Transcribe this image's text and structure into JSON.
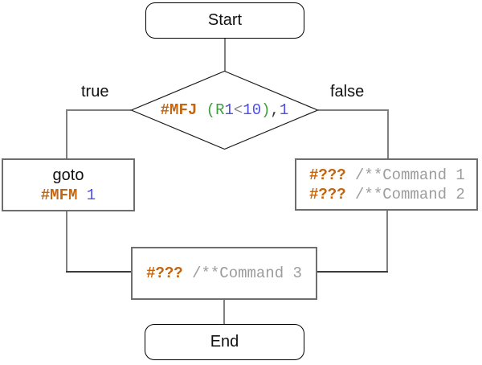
{
  "colors": {
    "connector": "#808080",
    "connector_dark": "#3c3c3c",
    "process_border": "#6e6e6e",
    "terminal_border": "#000000",
    "diamond_border": "#1a1a1a",
    "keyword_orange": "#c4650f",
    "paren_green": "#3da03d",
    "number_blue": "#4d4fe8",
    "operator_gray": "#8a8a8a",
    "comma_dark": "#3a3a3a",
    "comment_gray": "#9c9c9c"
  },
  "nodes": {
    "start": {
      "label": "Start"
    },
    "end": {
      "label": "End"
    },
    "decision": {
      "tokens": [
        {
          "t": "#MFJ",
          "c": "kw"
        },
        {
          "t": " ",
          "c": "plain"
        },
        {
          "t": "(R",
          "c": "green"
        },
        {
          "t": "1",
          "c": "blue"
        },
        {
          "t": "<",
          "c": "op"
        },
        {
          "t": "10",
          "c": "blue"
        },
        {
          "t": ")",
          "c": "green"
        },
        {
          "t": ",",
          "c": "dark"
        },
        {
          "t": "1",
          "c": "blue"
        }
      ]
    },
    "branch_true_label": "true",
    "branch_false_label": "false",
    "goto_box": {
      "title": "goto",
      "tokens": [
        {
          "t": "#MFM",
          "c": "kw"
        },
        {
          "t": " ",
          "c": "plain"
        },
        {
          "t": "1",
          "c": "blue"
        }
      ]
    },
    "commands_box": {
      "line1": [
        {
          "t": "#???",
          "c": "kw"
        },
        {
          "t": " ",
          "c": "plain"
        },
        {
          "t": "/**Command 1",
          "c": "comment"
        }
      ],
      "line2": [
        {
          "t": "#???",
          "c": "kw"
        },
        {
          "t": " ",
          "c": "plain"
        },
        {
          "t": "/**Command 2",
          "c": "comment"
        }
      ]
    },
    "command3_box": {
      "tokens": [
        {
          "t": "#???",
          "c": "kw"
        },
        {
          "t": " ",
          "c": "plain"
        },
        {
          "t": "/**Command 3",
          "c": "comment"
        }
      ]
    }
  }
}
